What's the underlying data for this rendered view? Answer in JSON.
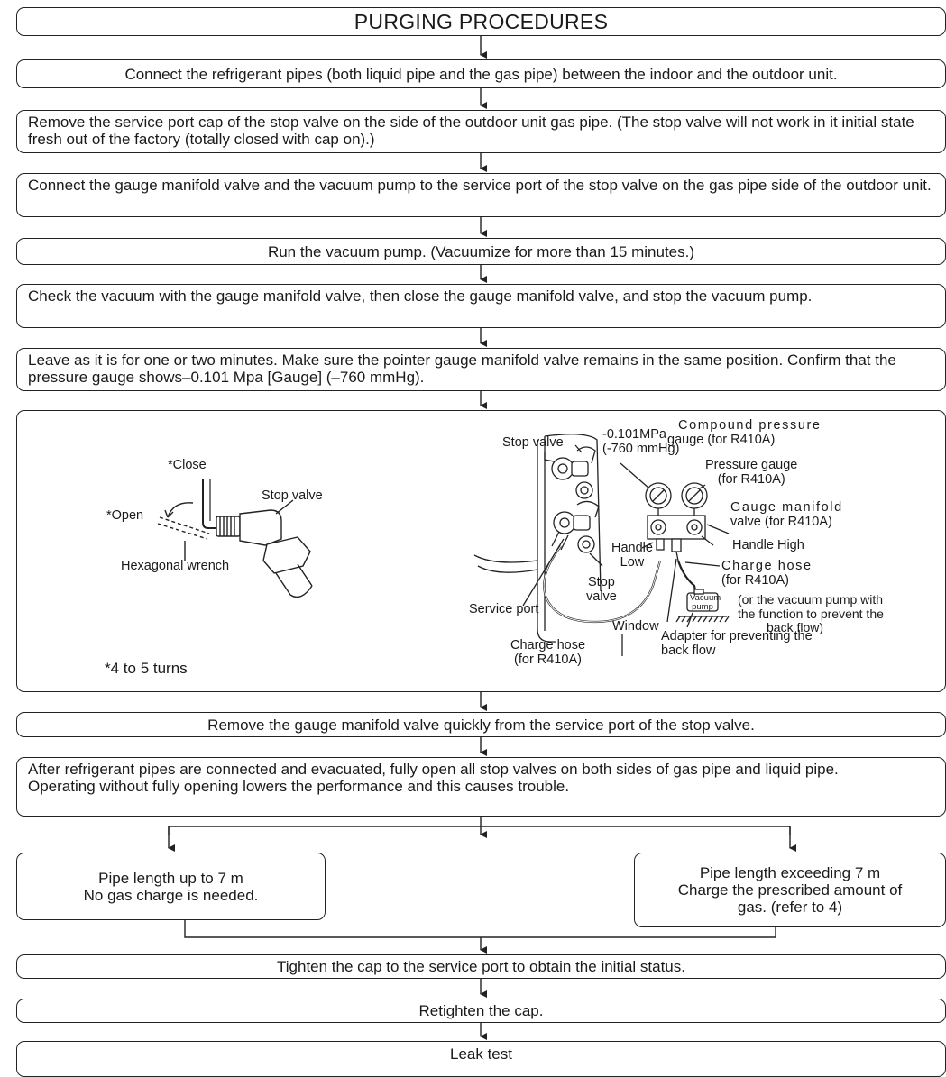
{
  "title": "PURGING PROCEDURES",
  "steps": {
    "connect_pipes": "Connect the refrigerant pipes (both liquid pipe and the gas pipe) between the indoor and the outdoor unit.",
    "remove_cap": "Remove the service port cap of the stop valve on the side of the outdoor unit gas pipe. (The stop valve will not work in it initial state fresh out of the factory (totally closed with cap on).)",
    "connect_gauge": "Connect the gauge manifold valve and the vacuum pump to the service port of the stop valve on the gas pipe side of the outdoor unit.",
    "run_pump": "Run the vacuum pump. (Vacuumize for more than 15 minutes.)",
    "check_vacuum": "Check the vacuum with the gauge manifold valve, then close the gauge manifold valve, and stop the vacuum pump.",
    "leave": "Leave as it is for one or two minutes. Make sure the pointer gauge manifold valve remains in the same position. Confirm that the pressure gauge shows–0.101 Mpa [Gauge] (–760 mmHg).",
    "remove_gauge": "Remove the gauge manifold valve quickly from the service port of the stop valve.",
    "open_valves_1": "After refrigerant pipes are connected and evacuated, fully open all stop valves on both sides of gas pipe and liquid pipe.",
    "open_valves_2": "Operating without fully opening lowers the performance and this causes trouble.",
    "tighten_cap": "Tighten the cap to the service port to obtain the initial status.",
    "retighten": "Retighten the cap.",
    "leak_test": "Leak test"
  },
  "branches": {
    "left_line1": "Pipe length up to 7 m",
    "left_line2": "No gas charge is needed.",
    "right_line1": "Pipe length exceeding 7 m",
    "right_line2": "Charge the prescribed amount of",
    "right_line3": "gas. (refer to 4)"
  },
  "illustration_left": {
    "close": "*Close",
    "open": "*Open",
    "stop_valve": "Stop valve",
    "hex_wrench": "Hexagonal wrench",
    "turns": "*4 to 5 turns"
  },
  "illustration_right": {
    "pressure_reading_1": "-0.101MPa",
    "pressure_reading_2": "(-760 mmHg)",
    "stop_valve_top": "Stop valve",
    "compound_gauge_1": "Compound pressure",
    "compound_gauge_2": "gauge (for R410A)",
    "pressure_gauge_1": "Pressure gauge",
    "pressure_gauge_2": "(for R410A)",
    "manifold_1": "Gauge manifold",
    "manifold_2": "valve (for R410A)",
    "handle_low_1": "Handle",
    "handle_low_2": "Low",
    "handle_high": "Handle High",
    "charge_hose_r_1": "Charge hose",
    "charge_hose_r_2": "(for R410A)",
    "vacuum_pump_note_1": "(or the vacuum pump with",
    "vacuum_pump_note_2": "the function to prevent the",
    "vacuum_pump_note_3": "back flow)",
    "stop_valve_bottom_1": "Stop",
    "stop_valve_bottom_2": "valve",
    "service_port": "Service port",
    "window": "Window",
    "pump_label_1": "Vacuum",
    "pump_label_2": "pump",
    "charge_hose_b_1": "Charge hose",
    "charge_hose_b_2": "(for R410A)",
    "adapter_1": "Adapter for preventing the",
    "adapter_2": "back flow"
  }
}
